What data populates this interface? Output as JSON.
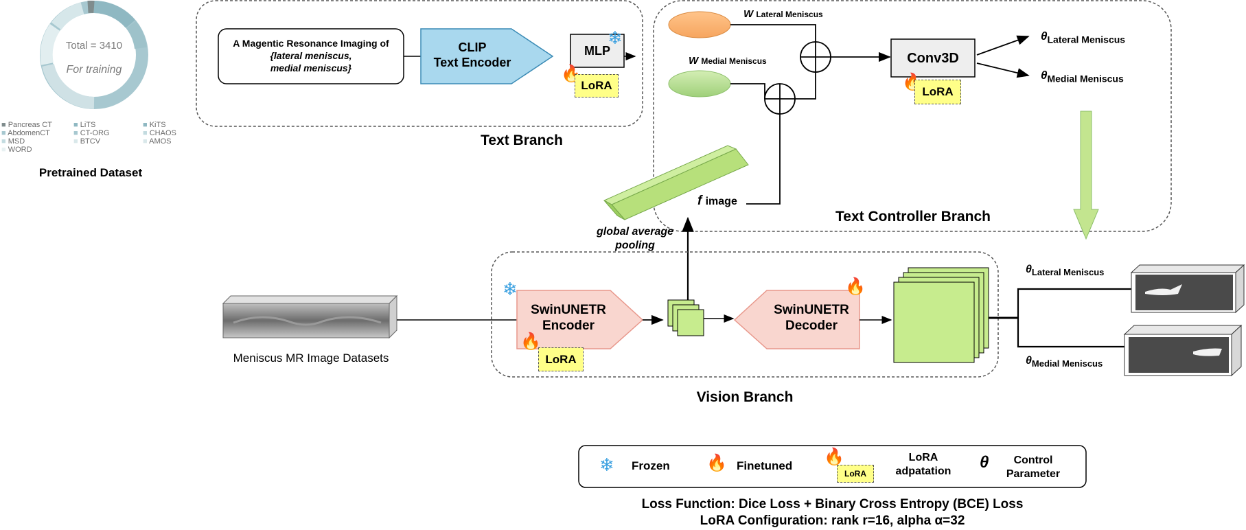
{
  "pretrained": {
    "total_label": "Total = 3410",
    "subtitle": "For training",
    "datasets": [
      "Pancreas CT",
      "LiTS",
      "KiTS",
      "AbdomenCT",
      "CT-ORG",
      "CHAOS",
      "MSD",
      "BTCV",
      "AMOS",
      "WORD"
    ],
    "title": "Pretrained Dataset",
    "colors": [
      "#8fb8c2",
      "#a7c8d0",
      "#c3dbe0",
      "#d9e8ea",
      "#e8f1f2",
      "#7f8c8d"
    ]
  },
  "text_branch": {
    "title": "Text Branch",
    "prompt_line1": "A Magentic Resonance Imaging of",
    "prompt_line2": "{lateral meniscus,",
    "prompt_line3": "medial meniscus}",
    "clip_line1": "CLIP",
    "clip_line2": "Text Encoder",
    "mlp_label": "MLP",
    "lora_label": "LoRA"
  },
  "controller_branch": {
    "title": "Text Controller Branch",
    "w_symbol": "W",
    "w_lateral_sub": "Lateral Meniscus",
    "w_medial_sub": "Medial Meniscus",
    "conv_label": "Conv3D",
    "lora_label": "LoRA",
    "theta_symbol": "θ",
    "theta_lateral_sub": "Lateral Meniscus",
    "theta_medial_sub": "Medial Meniscus",
    "f_symbol": "f",
    "f_sub": "image"
  },
  "gap_label_line1": "global average",
  "gap_label_line2": "pooling",
  "vision_branch": {
    "title": "Vision Branch",
    "input_label": "Meniscus MR Image Datasets",
    "encoder_line1": "SwinUNETR",
    "encoder_line2": "Encoder",
    "decoder_line1": "SwinUNETR",
    "decoder_line2": "Decoder",
    "lora_label": "LoRA"
  },
  "output": {
    "theta_symbol": "θ",
    "lateral_sub": "Lateral Meniscus",
    "medial_sub": "Medial Meniscus"
  },
  "legend": {
    "frozen": "Frozen",
    "finetuned": "Finetuned",
    "lora_small": "LoRA",
    "lora_line1": "LoRA",
    "lora_line2": "adpatation",
    "theta_symbol": "θ",
    "control_line1": "Control",
    "control_line2": "Parameter"
  },
  "footer": {
    "loss": "Loss Function: Dice Loss + Binary Cross Entropy (BCE) Loss",
    "lora_config": "LoRA Configuration: rank r=16, alpha α=32"
  },
  "icons": {
    "frozen": "snowflake-icon",
    "finetuned": "flame-icon"
  }
}
